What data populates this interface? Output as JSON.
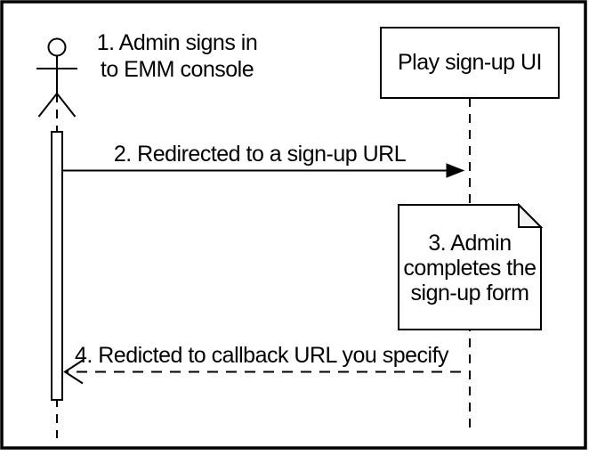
{
  "diagram": {
    "type": "uml-sequence-diagram",
    "colors": {
      "stroke": "#000000",
      "background": "#ffffff",
      "box_fill": "#ffffff",
      "note_fill": "#ffffff",
      "note_fold_fill": "#f2f2f2"
    },
    "actor": {
      "icon": "stick-figure-actor-icon"
    },
    "participant": {
      "label": "Play sign-up UI"
    },
    "note": {
      "line1": "3. Admin",
      "line2": "completes the",
      "line3": "sign-up form"
    },
    "messages": {
      "step1": {
        "line1": "1. Admin signs in",
        "line2": "to EMM console"
      },
      "step2": {
        "label": "2. Redirected to a sign-up URL",
        "arrow_style": "solid-line-filled-arrowhead"
      },
      "step4": {
        "label": "4. Redicted to callback URL you specify",
        "arrow_style": "dashed-line-open-arrowhead"
      }
    }
  }
}
